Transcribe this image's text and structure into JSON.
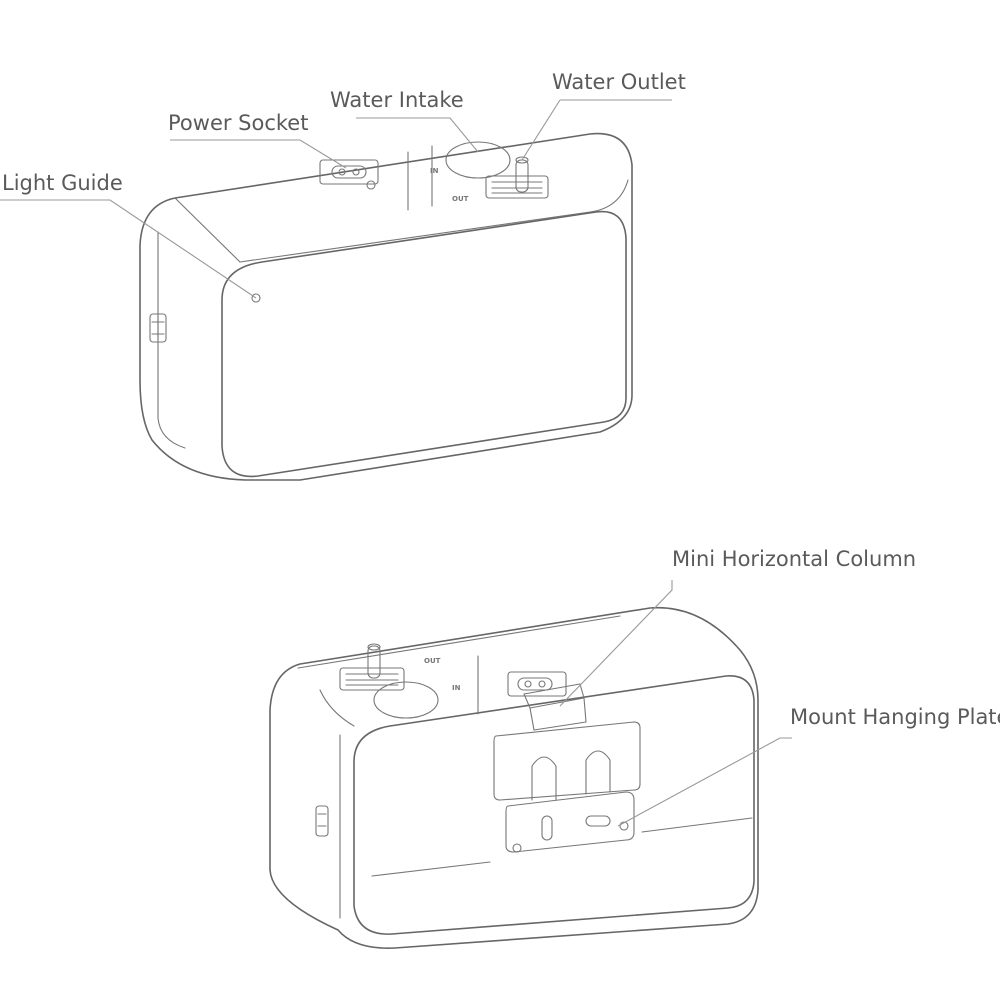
{
  "labels": {
    "light_guide": "Light Guide",
    "power_socket": "Power Socket",
    "water_intake": "Water Intake",
    "water_outlet": "Water Outlet",
    "mini_horizontal_column": "Mini Horizontal Column",
    "mount_hanging_plate": "Mount Hanging Plate"
  },
  "port_markings": {
    "in": "IN",
    "out": "OUT"
  },
  "colors": {
    "line": "#666666",
    "label_text": "#5a5a5a",
    "background": "#ffffff"
  }
}
